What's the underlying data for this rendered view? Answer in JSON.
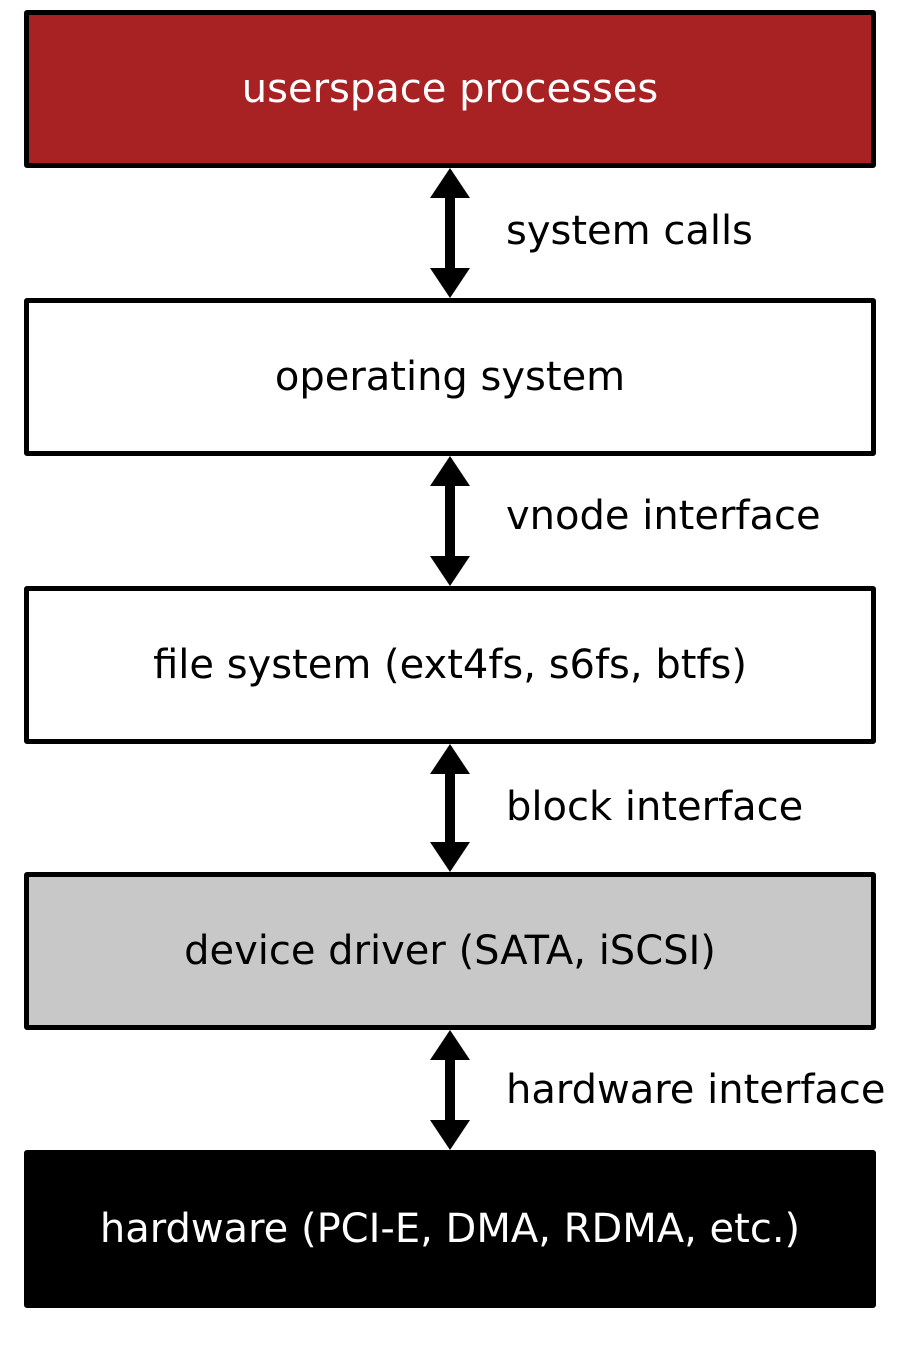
{
  "layers": [
    {
      "label": "userspace processes",
      "fill": "#a82224",
      "text_color": "#ffffff"
    },
    {
      "label": "operating system",
      "fill": "#ffffff",
      "text_color": "#000000"
    },
    {
      "label": "file system (ext4fs, s6fs, btfs)",
      "fill": "#ffffff",
      "text_color": "#000000"
    },
    {
      "label": "device driver (SATA, iSCSI)",
      "fill": "#c8c8c8",
      "text_color": "#000000"
    },
    {
      "label": "hardware (PCI-E, DMA, RDMA, etc.)",
      "fill": "#000000",
      "text_color": "#ffffff"
    }
  ],
  "connections": [
    {
      "label": "system calls",
      "direction": "bidirectional"
    },
    {
      "label": "vnode interface",
      "direction": "bidirectional"
    },
    {
      "label": "block interface",
      "direction": "bidirectional"
    },
    {
      "label": "hardware interface",
      "direction": "bidirectional"
    }
  ],
  "arrow_icon": "double-headed-vertical-arrow-icon",
  "arrow_color": "#000000"
}
